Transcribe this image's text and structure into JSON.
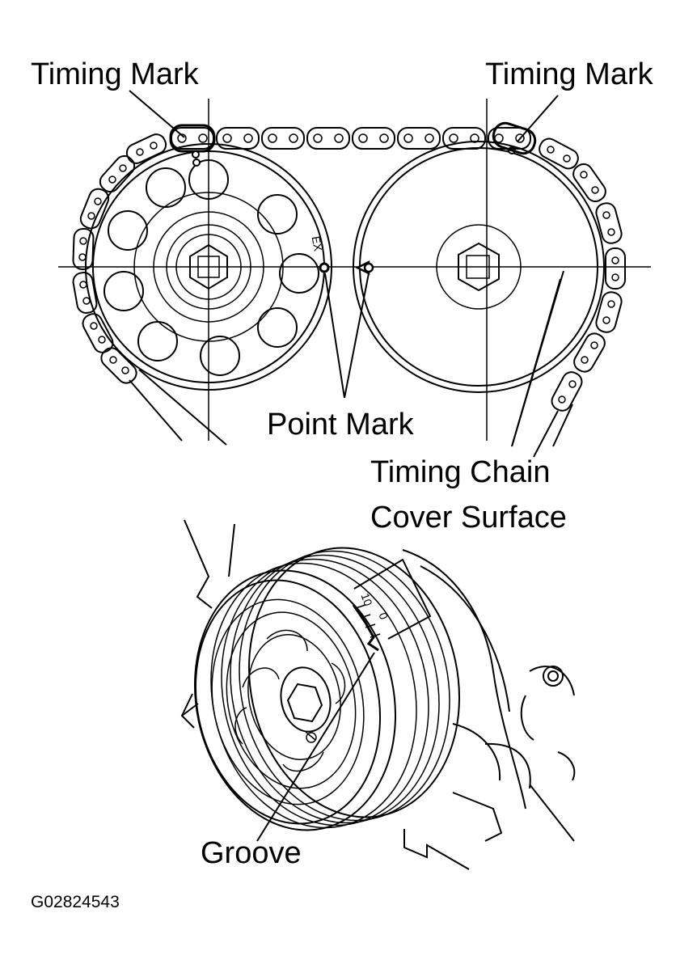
{
  "labels": {
    "timing_mark_left": "Timing Mark",
    "timing_mark_right": "Timing Mark",
    "ex_mark": "EX",
    "point_mark": "Point Mark",
    "timing_chain_line1": "Timing Chain",
    "timing_chain_line2": "Cover Surface",
    "groove": "Groove",
    "scale_10": "10",
    "scale_0": "0",
    "figure_code": "G02824543"
  }
}
